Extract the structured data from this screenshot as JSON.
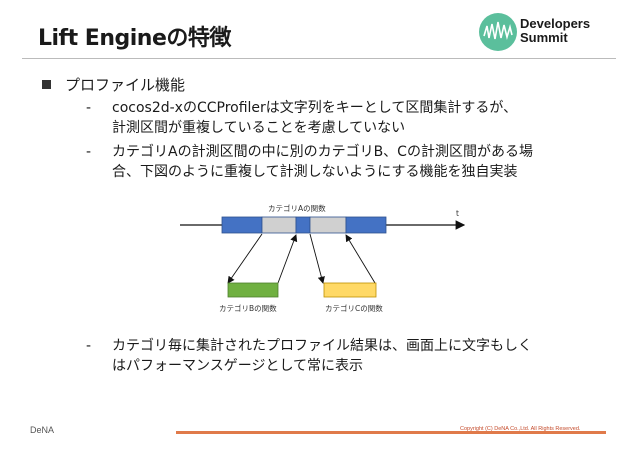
{
  "header": {
    "title": "Lift Engineの特徴",
    "logo_line1": "Developers",
    "logo_line2": "Summit",
    "logo_icon": "developers-summit-logo"
  },
  "content": {
    "bullet1": "プロファイル機能",
    "items": [
      {
        "dash": "-",
        "line1": "cocos2d-xのCCProfilerは文字列をキーとして区間集計するが、",
        "line2": "計測区間が重複していることを考慮していない"
      },
      {
        "dash": "-",
        "line1": "カテゴリAの計測区間の中に別のカテゴリB、Cの計測区間がある場",
        "line2": "合、下図のように重複して計測しないようにする機能を独自実装"
      },
      {
        "dash": "-",
        "line1": "カテゴリ毎に集計されたプロファイル結果は、画面上に文字もしく",
        "line2": "はパフォーマンスゲージとして常に表示"
      }
    ]
  },
  "diagram": {
    "label_a": "カテゴリAの関数",
    "label_b": "カテゴリBの関数",
    "label_c": "カテゴリCの関数",
    "label_t": "t",
    "colors": {
      "a": "#4472c4",
      "gap": "#d0d0d0",
      "b": "#70b041",
      "c": "#ffd966"
    }
  },
  "footer": {
    "left": "DeNA",
    "right": "Copyright (C) DeNA Co.,Ltd. All Rights Reserved."
  }
}
